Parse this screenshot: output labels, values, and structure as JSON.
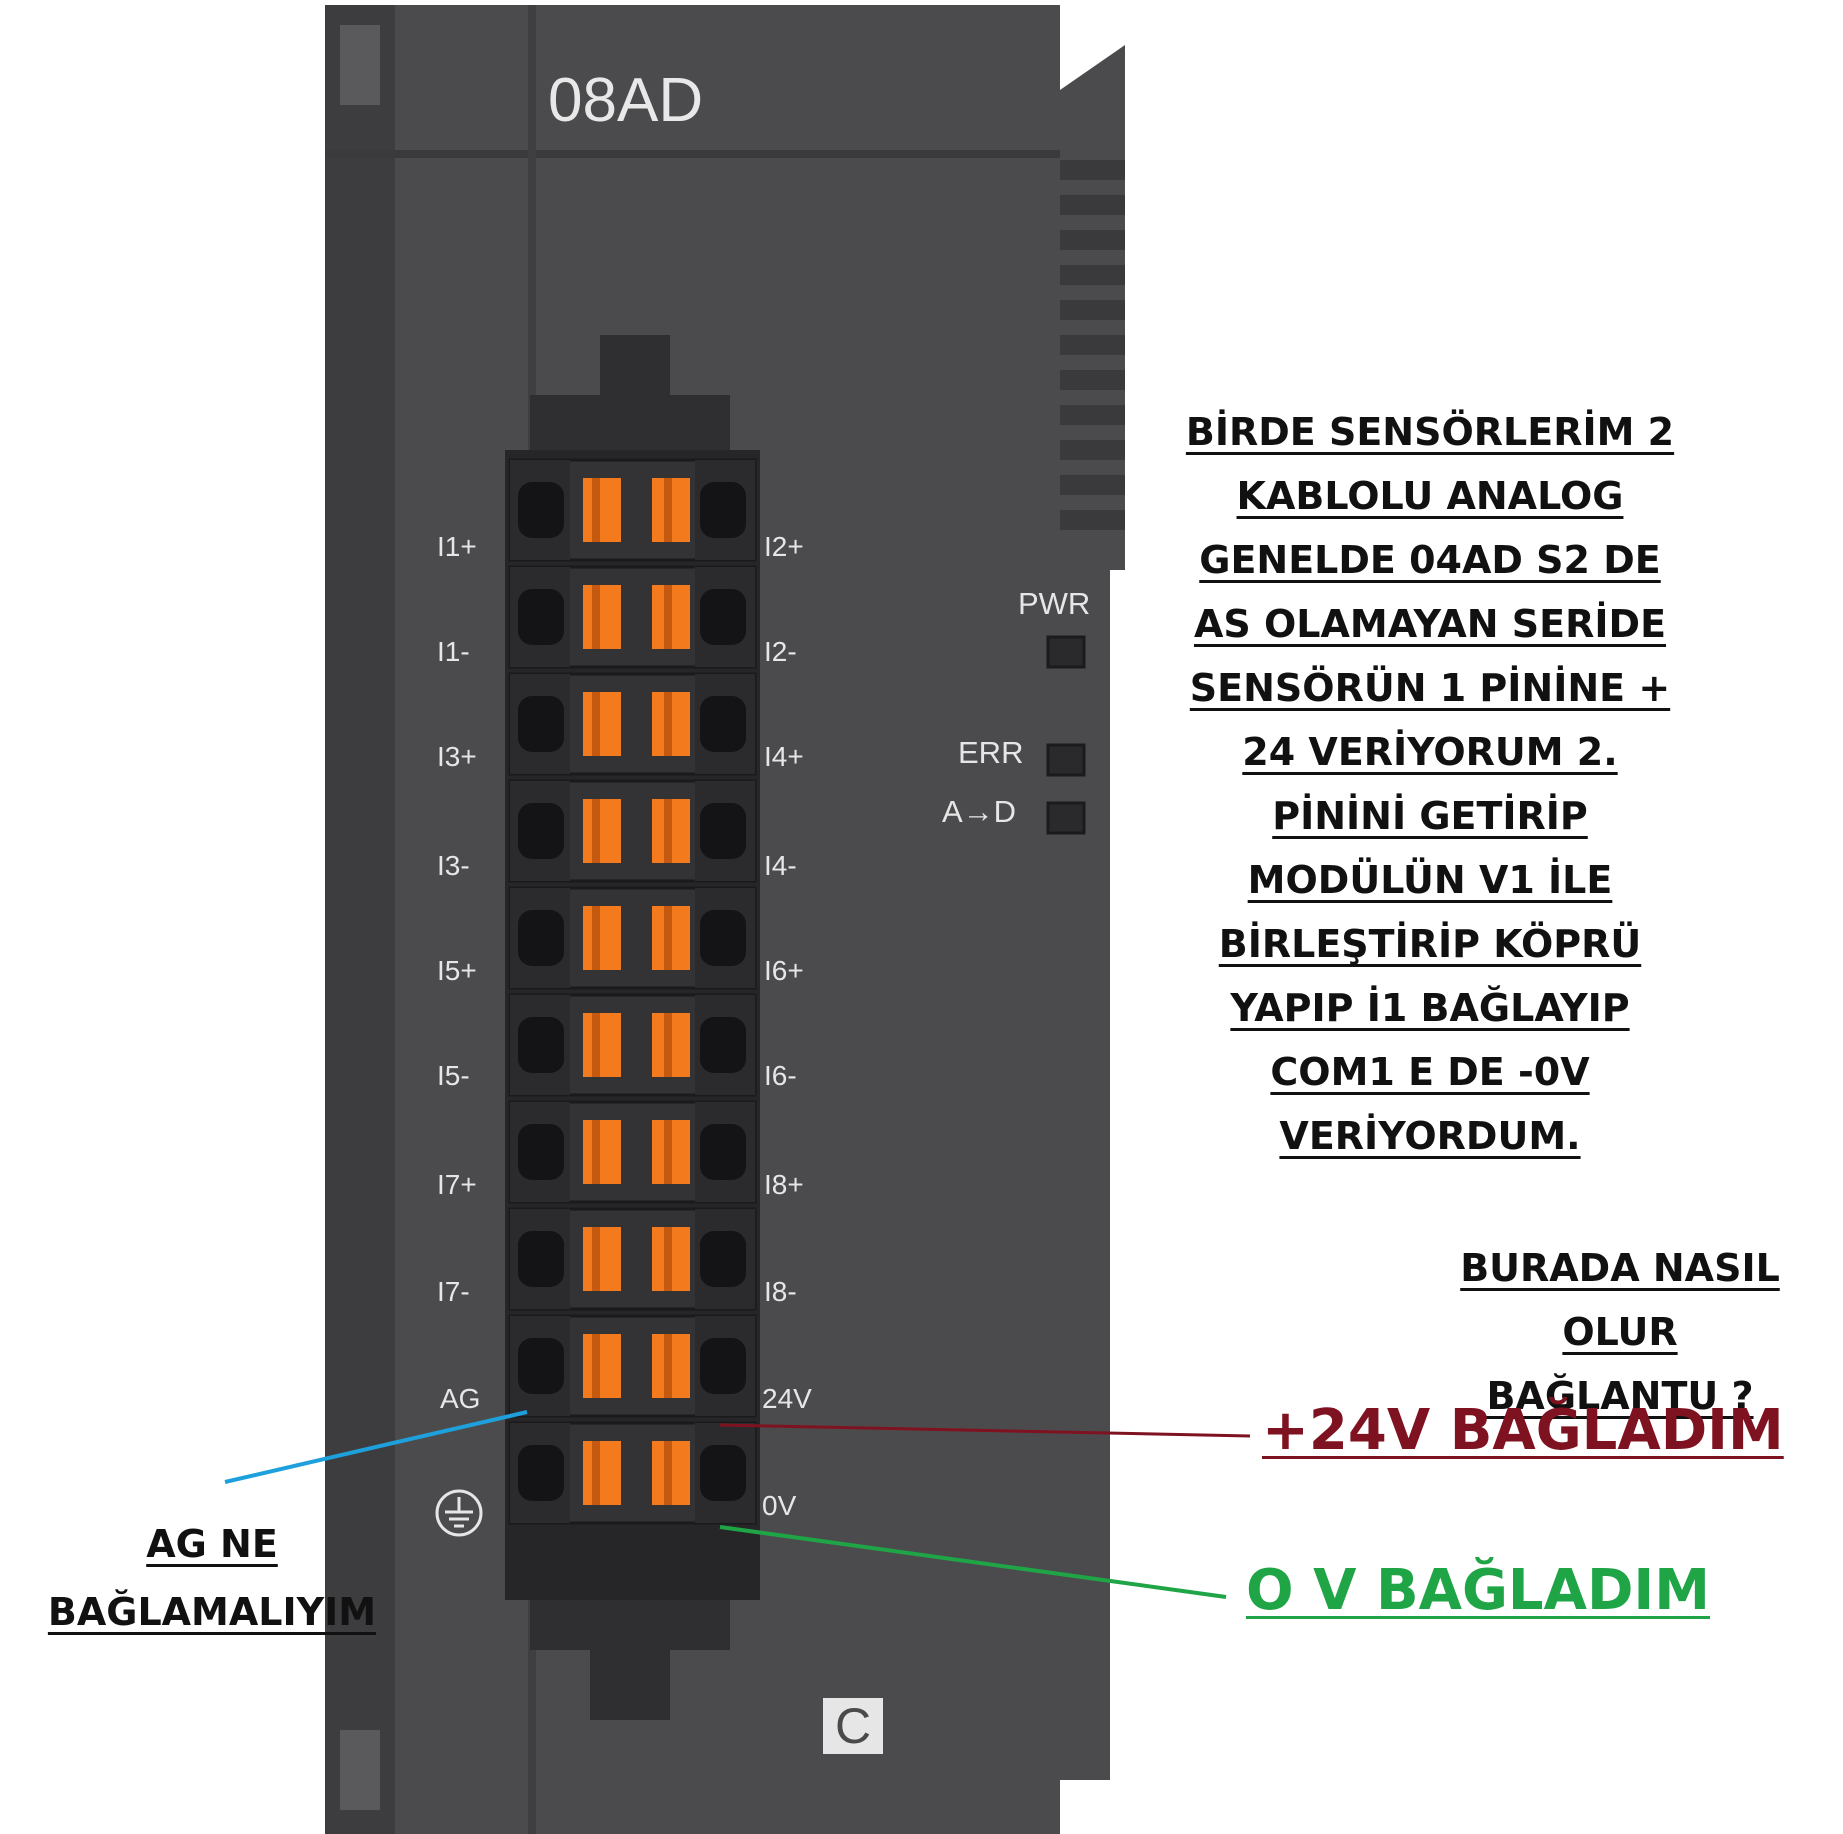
{
  "module": {
    "model": "08AD",
    "revision": "C",
    "leds": [
      {
        "id": "pwr",
        "label": "PWR"
      },
      {
        "id": "err",
        "label": "ERR"
      },
      {
        "id": "ad",
        "label": "A→D"
      }
    ],
    "terminals": {
      "left": [
        "I1+",
        "I1-",
        "I3+",
        "I3-",
        "I5+",
        "I5-",
        "I7+",
        "I7-",
        "AG",
        "ground-symbol"
      ],
      "right": [
        "I2+",
        "I2-",
        "I4+",
        "I4-",
        "I6+",
        "I6-",
        "I8+",
        "I8-",
        "24V",
        "0V"
      ]
    }
  },
  "annotations": {
    "main_note": [
      "BİRDE SENSÖRLERİM 2",
      "KABLOLU ANALOG",
      "GENELDE 04AD S2  DE",
      "AS OLAMAYAN SERİDE",
      "SENSÖRÜN 1 PİNİNE +",
      "24 VERİYORUM  2.",
      "PİNİNİ GETİRİP",
      "MODÜLÜN V1 İLE",
      "BİRLEŞTİRİP  KÖPRÜ",
      "YAPIP İ1 BAĞLAYIP",
      "COM1 E DE -0V",
      "VERİYORDUM."
    ],
    "question": [
      "BURADA NASIL",
      "OLUR",
      "BAĞLANTU ?"
    ],
    "ag_question": [
      "AG NE",
      "BAĞLAMALIYIM"
    ],
    "plus24_note": "+24V BAĞLADIM",
    "zero_v_note": "O V BAĞLADIM",
    "colors": {
      "ag_line": "#1ea0dc",
      "plus24_line": "#7f1220",
      "zero_v_line": "#1fa446",
      "module_body": "#4b4b4d",
      "spring_clip": "#f47a1e"
    }
  }
}
